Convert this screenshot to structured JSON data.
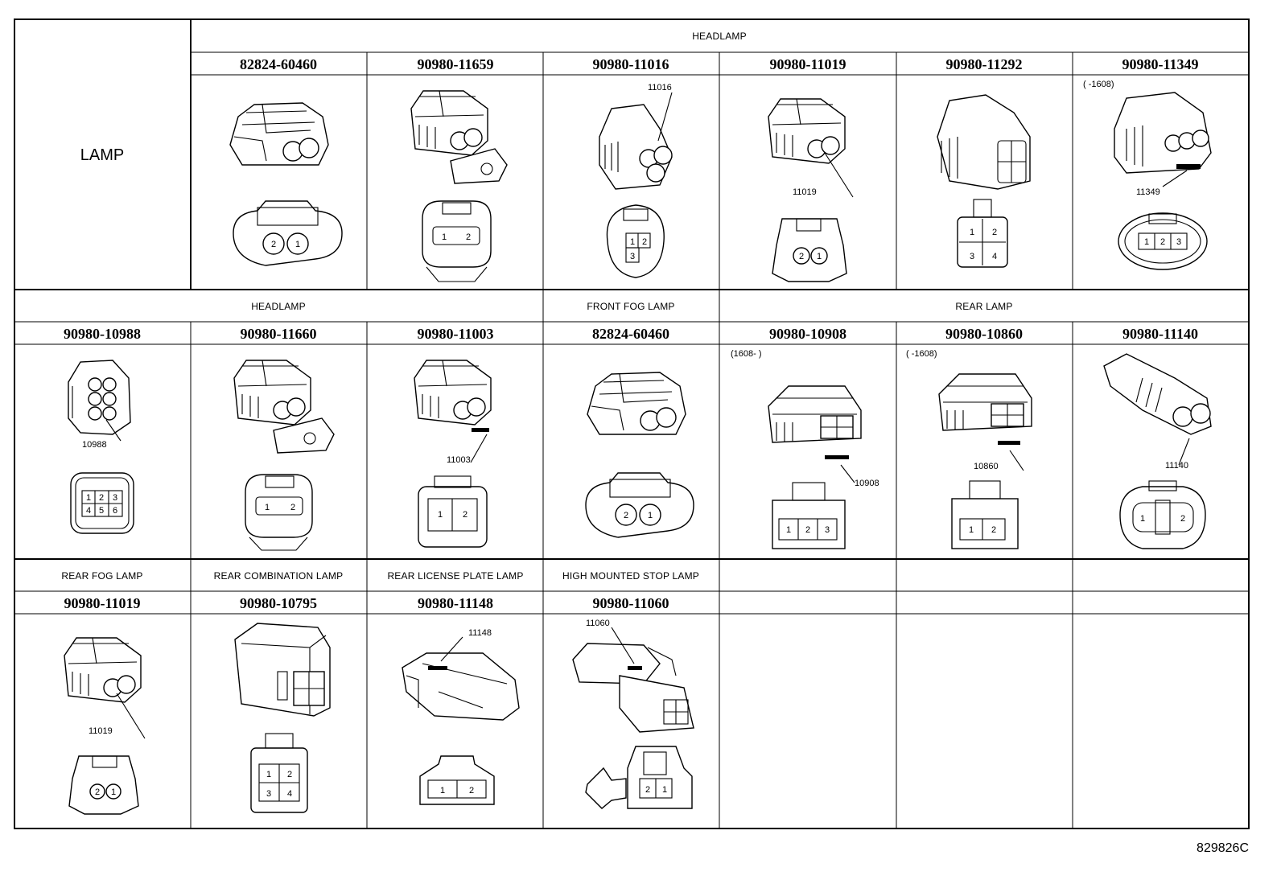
{
  "corner_label": "LAMP",
  "drawing_code": "829826C",
  "section_headers": [
    {
      "id": "s1",
      "label": "HEADLAMP"
    },
    {
      "id": "s2",
      "label": "HEADLAMP"
    },
    {
      "id": "s3",
      "label": "FRONT FOG LAMP"
    },
    {
      "id": "s4",
      "label": "REAR LAMP"
    },
    {
      "id": "s5",
      "label": "REAR FOG LAMP"
    },
    {
      "id": "s6",
      "label": "REAR COMBINATION LAMP"
    },
    {
      "id": "s7",
      "label": "REAR LICENSE PLATE LAMP"
    },
    {
      "id": "s8",
      "label": "HIGH MOUNTED STOP LAMP"
    }
  ],
  "connectors": [
    {
      "part": "82824-60460",
      "callout": "",
      "note": "",
      "pins": [
        "2",
        "1"
      ],
      "face": "oval2"
    },
    {
      "part": "90980-11659",
      "callout": "",
      "note": "",
      "pins": [
        "1",
        "2"
      ],
      "face": "latch2"
    },
    {
      "part": "90980-11016",
      "callout": "11016",
      "note": "",
      "pins": [
        "1",
        "2",
        "3"
      ],
      "face": "tri3"
    },
    {
      "part": "90980-11019",
      "callout": "11019",
      "note": "",
      "pins": [
        "2",
        "1"
      ],
      "face": "small2"
    },
    {
      "part": "90980-11292",
      "callout": "",
      "note": "",
      "pins": [
        "1",
        "2",
        "3",
        "4"
      ],
      "face": "quad4"
    },
    {
      "part": "90980-11349",
      "callout": "11349",
      "note": "(      -1608)",
      "pins": [
        "1",
        "2",
        "3"
      ],
      "face": "oval3"
    },
    {
      "part": "90980-10988",
      "callout": "10988",
      "note": "",
      "pins": [
        "1",
        "2",
        "3",
        "4",
        "5",
        "6"
      ],
      "face": "six"
    },
    {
      "part": "90980-11660",
      "callout": "",
      "note": "",
      "pins": [
        "1",
        "2"
      ],
      "face": "latch2"
    },
    {
      "part": "90980-11003",
      "callout": "11003",
      "note": "",
      "pins": [
        "1",
        "2"
      ],
      "face": "rect2"
    },
    {
      "part": "82824-60460",
      "callout": "",
      "note": "",
      "pins": [
        "2",
        "1"
      ],
      "face": "oval2"
    },
    {
      "part": "90980-10908",
      "callout": "10908",
      "note": "(1608-      )",
      "pins": [
        "1",
        "2",
        "3"
      ],
      "face": "row3"
    },
    {
      "part": "90980-10860",
      "callout": "10860",
      "note": "(      -1608)",
      "pins": [
        "1",
        "2"
      ],
      "face": "row2"
    },
    {
      "part": "90980-11140",
      "callout": "11140",
      "note": "",
      "pins": [
        "1",
        "2"
      ],
      "face": "round2"
    },
    {
      "part": "90980-11019",
      "callout": "11019",
      "note": "",
      "pins": [
        "2",
        "1"
      ],
      "face": "small2"
    },
    {
      "part": "90980-10795",
      "callout": "",
      "note": "",
      "pins": [
        "1",
        "2",
        "3",
        "4"
      ],
      "face": "grid4"
    },
    {
      "part": "90980-11148",
      "callout": "11148",
      "note": "",
      "pins": [
        "1",
        "2"
      ],
      "face": "flat2"
    },
    {
      "part": "90980-11060",
      "callout": "11060",
      "note": "",
      "pins": [
        "2",
        "1"
      ],
      "face": "clip2"
    }
  ]
}
